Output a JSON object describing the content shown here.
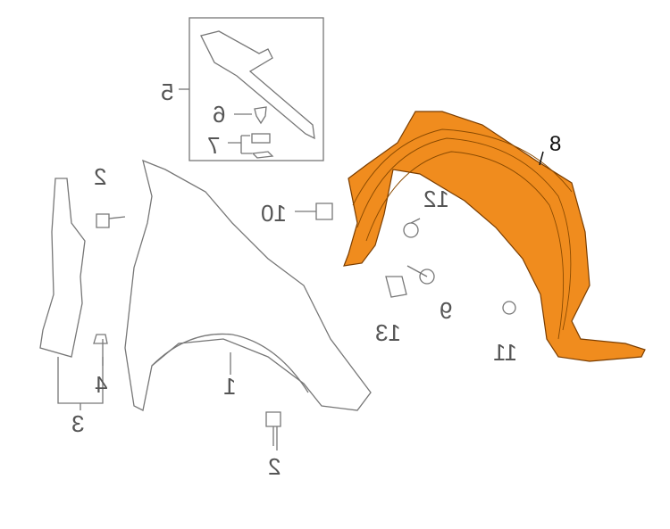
{
  "diagram": {
    "title": "Front fender and fender liner parts diagram",
    "labels": {
      "l5": "5",
      "l6": "6",
      "l7": "7",
      "l2a": "2",
      "l10": "10",
      "l12": "12",
      "l8": "8",
      "l9": "9",
      "l13": "13",
      "l11": "11",
      "l3": "3",
      "l4": "4",
      "l1": "1",
      "l2b": "2"
    },
    "colors": {
      "liner": "#f08c1e",
      "line": "#777777",
      "liner_edge": "#7a3d00"
    }
  }
}
